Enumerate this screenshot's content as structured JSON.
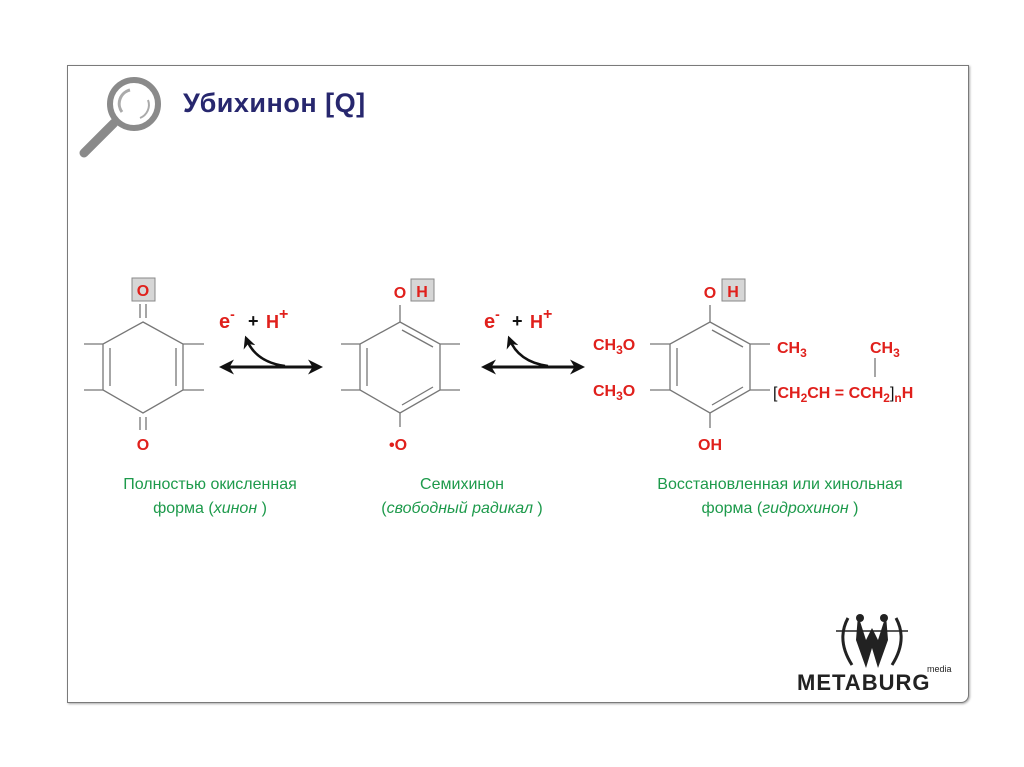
{
  "slide": {
    "title": "Убихинон [Q]",
    "icon": "magnifier-icon",
    "logo": {
      "brand": "METABURG",
      "sub": "media"
    }
  },
  "diagram": {
    "quinone": {
      "top_atom": "O",
      "bottom_atom": "O"
    },
    "semiquinone": {
      "top_atom": "O",
      "top_h": "H",
      "bottom_atom": "•O"
    },
    "hydroquinone": {
      "top_atom": "O",
      "top_h": "H",
      "bottom_group": "OH",
      "methoxy": "CH",
      "methoxy_sub": "3",
      "methoxy_o": "O",
      "methyl": "CH",
      "methyl_sub": "3",
      "chain_open": "[",
      "chain_a": "CH",
      "chain_a_sub": "2",
      "chain_b": "CH = CCH",
      "chain_b_sub": "2",
      "chain_close": "]",
      "chain_n": "n",
      "chain_h": "H"
    },
    "reagent": {
      "e": "e",
      "e_sup": "-",
      "plus": "+",
      "h": "H",
      "h_sup": "+"
    }
  },
  "captions": [
    {
      "line1": "Полностью окисленная",
      "line2_pre": "форма (",
      "line2_em": "хинон",
      "line2_post": " )"
    },
    {
      "line1": "Семихинон",
      "line2_pre": "(",
      "line2_em": "свободный радикал",
      "line2_post": " )"
    },
    {
      "line1": "Восстановленная или хинольная",
      "line2_pre": "форма  (",
      "line2_em": "гидрохинон",
      "line2_post": " )"
    }
  ],
  "colors": {
    "title": "#27276e",
    "atoms": "#e0201c",
    "captions": "#1d9a4b"
  }
}
